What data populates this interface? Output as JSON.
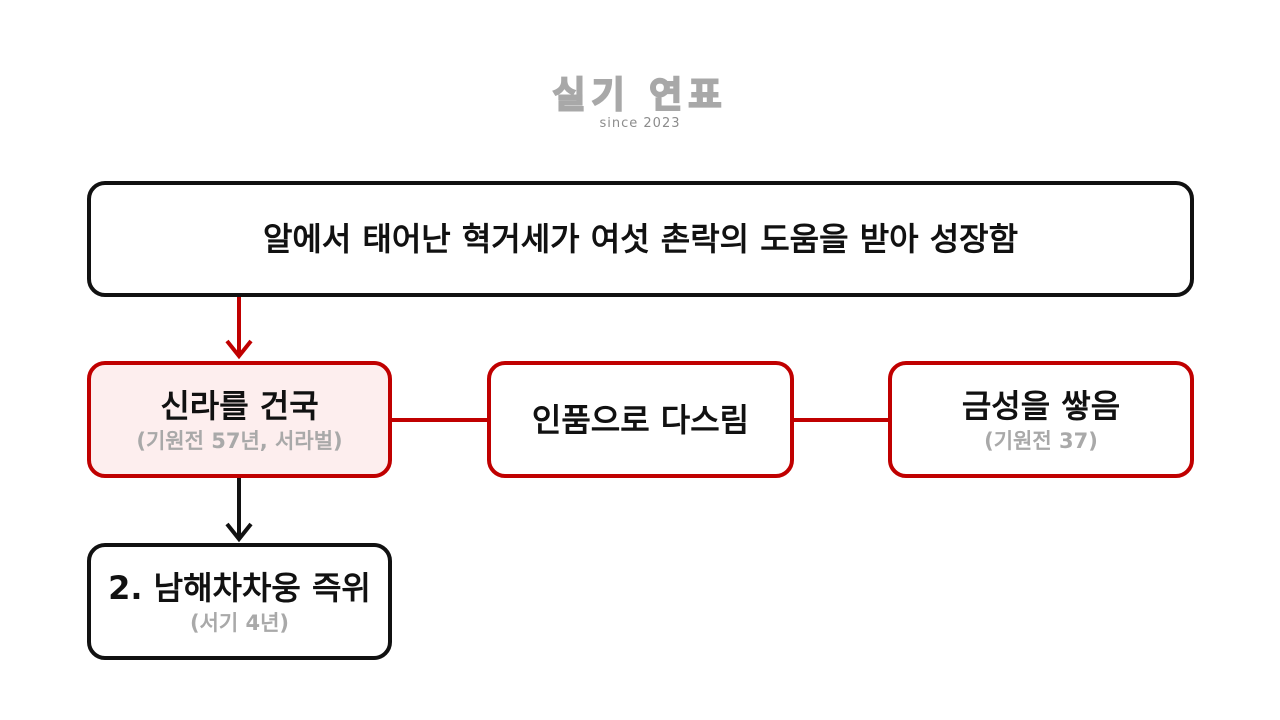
{
  "logo": {
    "title": "실기 연표",
    "subtitle": "since 2023"
  },
  "nodes": {
    "top": {
      "text": "알에서 태어난 혁거세가 여섯 촌락의 도움을 받아 성장함"
    },
    "founding": {
      "title": "신라를 건국",
      "detail": "(기원전 57년, 서라벌)"
    },
    "rule": {
      "title": "인품으로 다스림"
    },
    "castle": {
      "title": "금성을 쌓음",
      "detail": "(기원전 37)"
    },
    "successor": {
      "title": "2. 남해차차웅 즉위",
      "detail": "(서기 4년)"
    }
  },
  "colors": {
    "accent_red": "#c00000",
    "dark_border": "#111111",
    "highlight_fill": "#fdeeee",
    "detail_gray": "#a9a9a9"
  }
}
